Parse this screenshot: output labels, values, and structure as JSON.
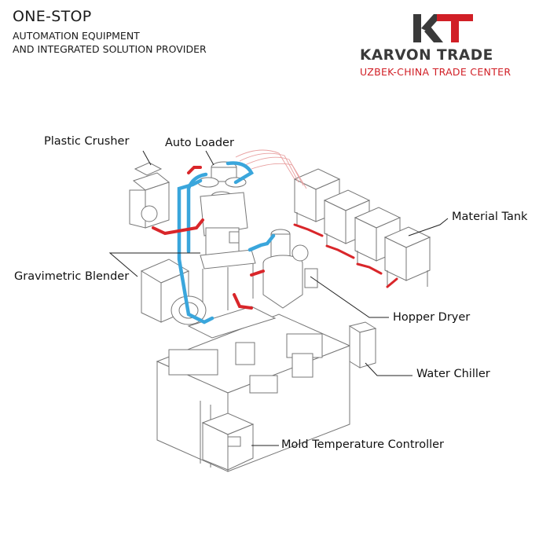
{
  "header": {
    "headline": "ONE-STOP",
    "line1": "AUTOMATION EQUIPMENT",
    "line2": "AND INTEGRATED SOLUTION PROVIDER"
  },
  "brand": {
    "logo_letters": "KT",
    "name": "KARVON TRADE",
    "tagline": "UZBEK-CHINA TRADE CENTER",
    "colors": {
      "dark": "#3a3a3a",
      "red": "#d11f26"
    }
  },
  "components": {
    "crusher": "Plastic Crusher",
    "loader": "Auto Loader",
    "tank": "Material Tank",
    "blender": "Gravimetric Blender",
    "dryer": "Hopper Dryer",
    "chiller": "Water Chiller",
    "mold": "Mold Temperature Controller"
  },
  "pipe_colors": {
    "return": "#d9262a",
    "supply": "#3aa6dc"
  }
}
